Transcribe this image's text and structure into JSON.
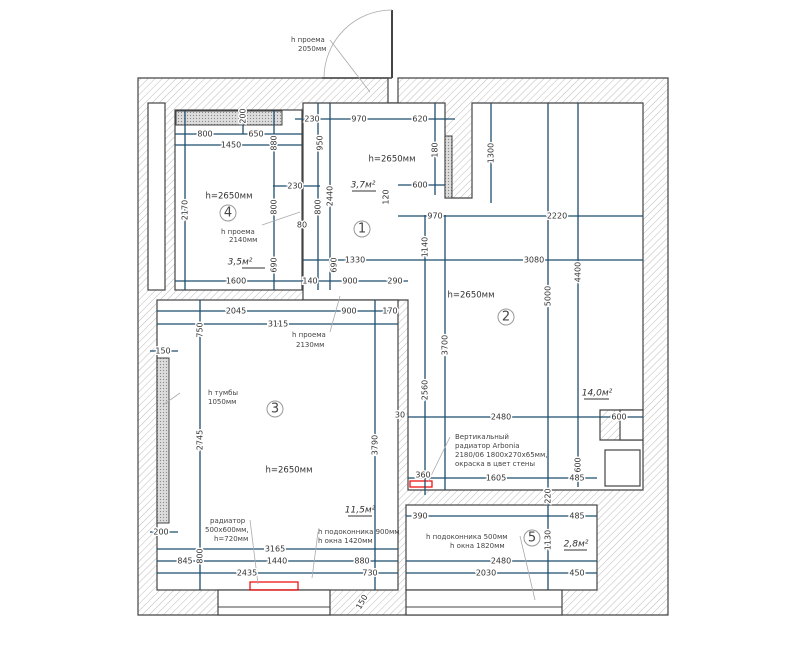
{
  "dims": [
    "800",
    "650",
    "200",
    "1450",
    "880",
    "230",
    "970",
    "620",
    "950",
    "180",
    "230",
    "2440",
    "600",
    "120",
    "800",
    "800",
    "970",
    "2170",
    "80",
    "1140",
    "690",
    "690",
    "1330",
    "1600",
    "140",
    "900",
    "290",
    "1300",
    "2220",
    "3080",
    "4400",
    "5000",
    "3700",
    "2560",
    "30",
    "2480",
    "600",
    "360",
    "1605",
    "600",
    "485",
    "2045",
    "900",
    "170",
    "3115",
    "750",
    "150",
    "2745",
    "3790",
    "200",
    "3165",
    "845",
    "800",
    "1440",
    "880",
    "2435",
    "730",
    "150",
    "220",
    "390",
    "485",
    "1130",
    "2480",
    "2030",
    "450"
  ],
  "rooms": [
    {
      "number": "1",
      "height": "h=2650мм",
      "area": "3,7м²"
    },
    {
      "number": "2",
      "height": "h=2650мм",
      "area": "14,0м²"
    },
    {
      "number": "3",
      "height": "h=2650мм",
      "area": "11,5м²"
    },
    {
      "number": "4",
      "height": "h=2650мм",
      "area": "3,5м²"
    },
    {
      "number": "5",
      "area": "2,8м²"
    }
  ],
  "notes": {
    "entrance_door": [
      "h проема",
      "2050мм"
    ],
    "room4_door": [
      "h проема",
      "2140мм"
    ],
    "room3_door": [
      "h проема",
      "2130мм"
    ],
    "cabinet": [
      "h тумбы",
      "1050мм"
    ],
    "vertical_radiator": [
      "Вертикальный",
      "радиатор Arbonia",
      "2180/06 1800x270x65мм,",
      "окраска в цвет стены"
    ],
    "radiator": [
      "радиатор",
      "500x600мм,",
      "h=720мм"
    ],
    "window3": [
      "h подоконника 900мм",
      "h окна 1420мм"
    ],
    "window5": [
      "h подоконника 500мм",
      "h окна 1820мм"
    ]
  },
  "colors": {
    "dimension": "#1f4e6e",
    "radiator": "#e00000",
    "wall": "#444444"
  }
}
